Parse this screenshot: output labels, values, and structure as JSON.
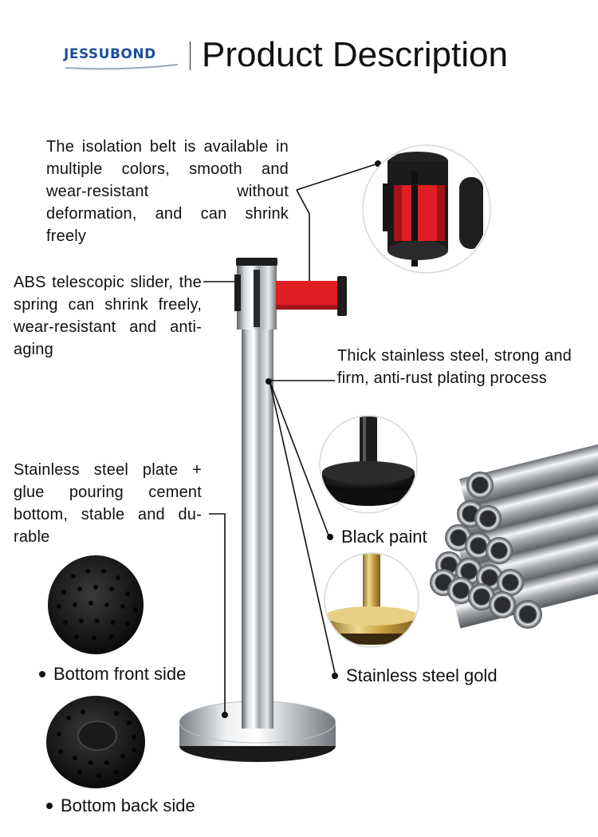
{
  "header": {
    "brand": "JESSUBOND",
    "title": "Product Description"
  },
  "callouts": {
    "belt": "The isolation belt is available in multiple colors, smooth and wear-resistant without deformation, and can shrink freely",
    "slider": "ABS telescopic slider, the spring can shrink freely, wear-resistant and anti-aging",
    "steel": "Thick stainless steel, strong and firm, anti-rust plating process",
    "base": "Stainless steel plate + glue pouring cement bottom, stable and du-rable"
  },
  "labels": {
    "black_paint": "Black paint",
    "gold": "Stainless steel gold",
    "bottom_front": "Bottom front side",
    "bottom_back": "Bottom back side"
  },
  "colors": {
    "brand": "#1d4f9a",
    "belt": "#e01e24",
    "gold": "#c9a245"
  }
}
